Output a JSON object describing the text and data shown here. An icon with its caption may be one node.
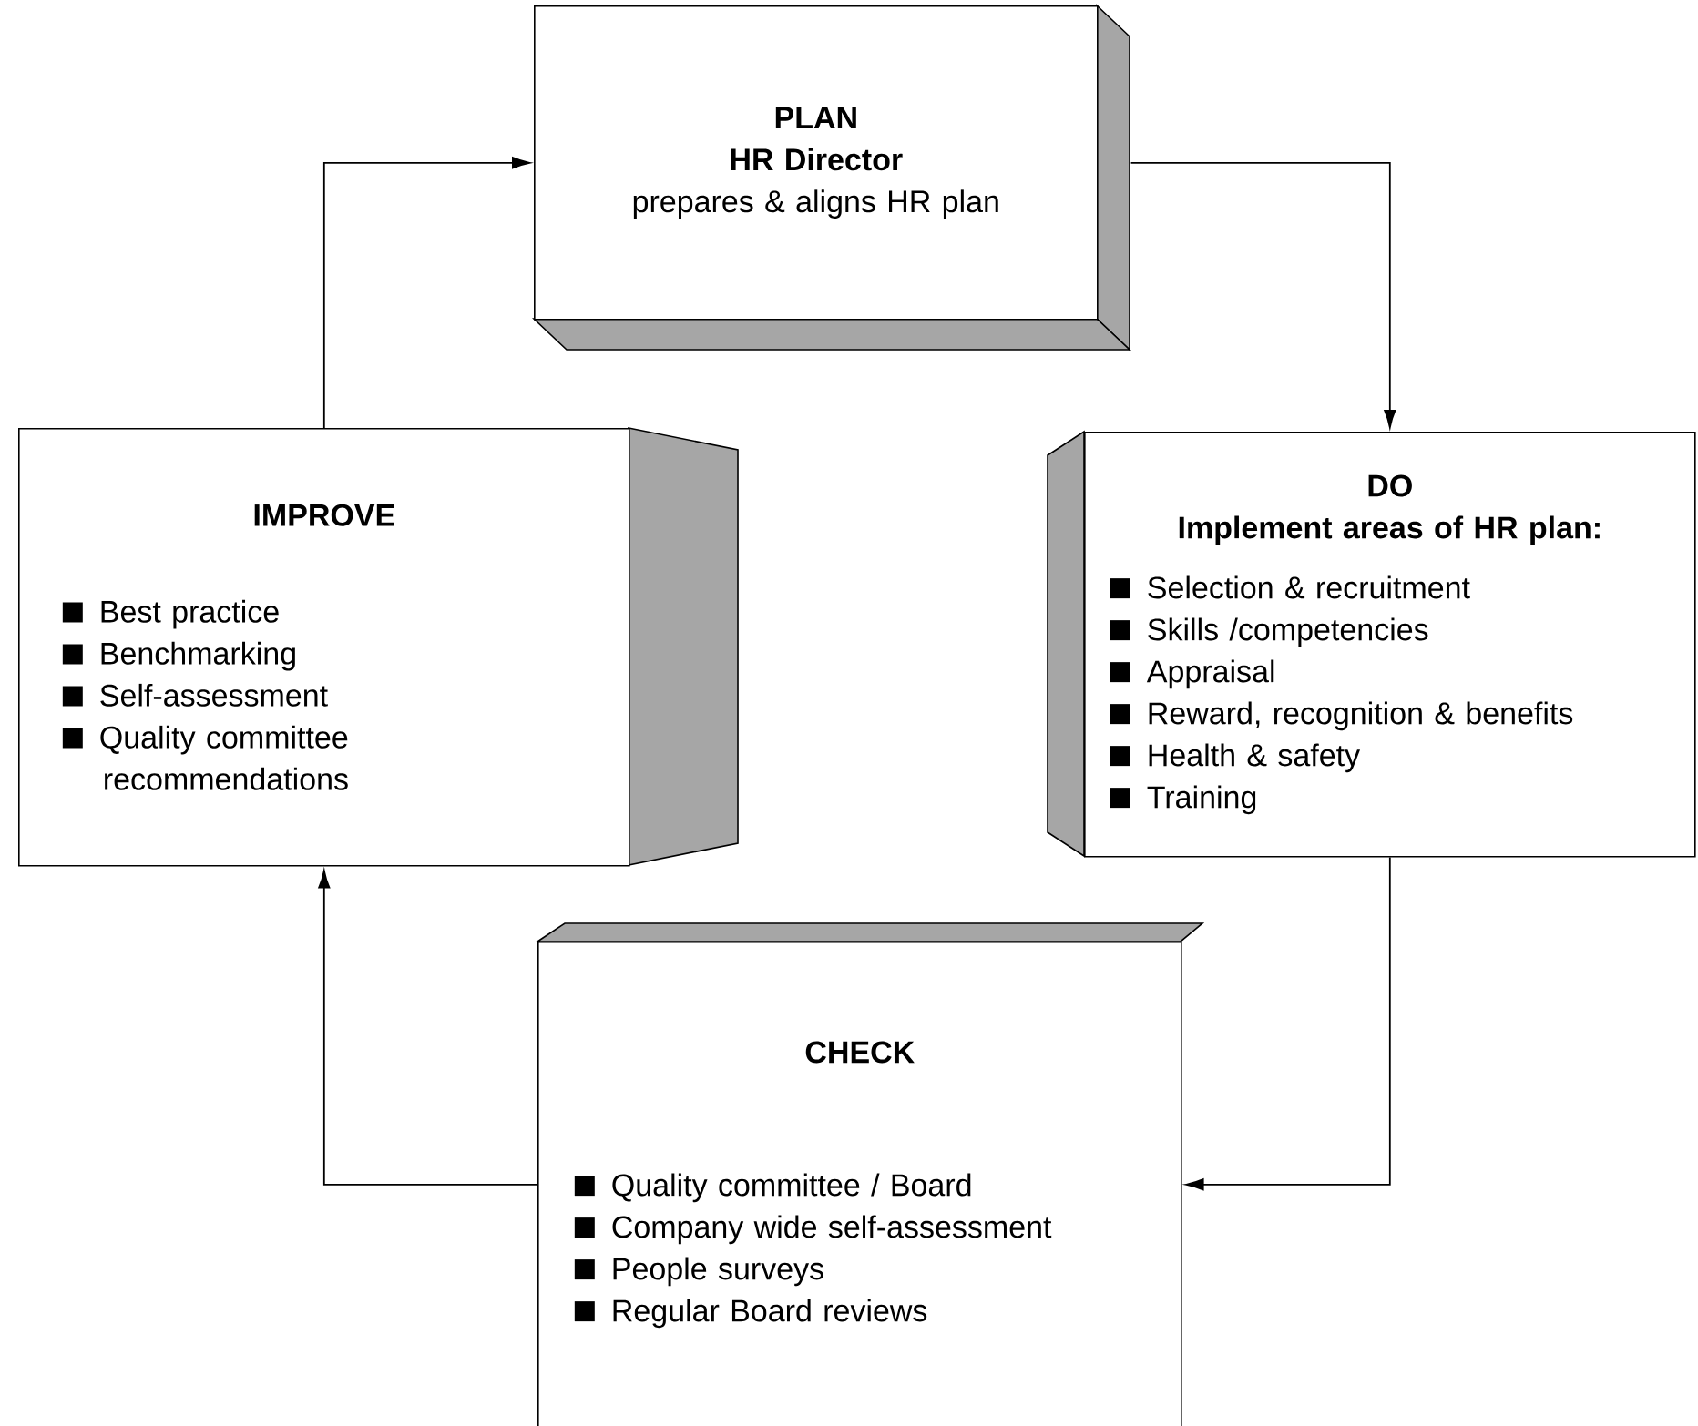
{
  "diagram": {
    "nodes": [
      {
        "text": [
          "PLAN",
          "HR Director",
          "prepares & aligns HR plan"
        ]
      },
      {
        "text": [
          "IMPROVE",
          "Best practice",
          "Benchmarking",
          "Self-assessment",
          "Quality committee recommendations"
        ]
      },
      {
        "text": [
          "DO",
          "Implement areas of HR plan:",
          "Selection & recruitment",
          "Skills /competencies",
          "Appraisal",
          "Reward, recognition & benefits",
          "Health & safety",
          "Training"
        ]
      },
      {
        "text": [
          "CHECK",
          "Quality committee / Board",
          "Company wide self-assessment",
          "People surveys",
          "Regular Board reviews"
        ]
      }
    ],
    "edges": [
      {
        "from": 1,
        "to": 0,
        "arrow": "to"
      },
      {
        "from": 0,
        "to": 2,
        "arrow": "to"
      },
      {
        "from": 2,
        "to": 3,
        "arrow": "to"
      },
      {
        "from": 3,
        "to": 1,
        "arrow": "to"
      }
    ]
  }
}
